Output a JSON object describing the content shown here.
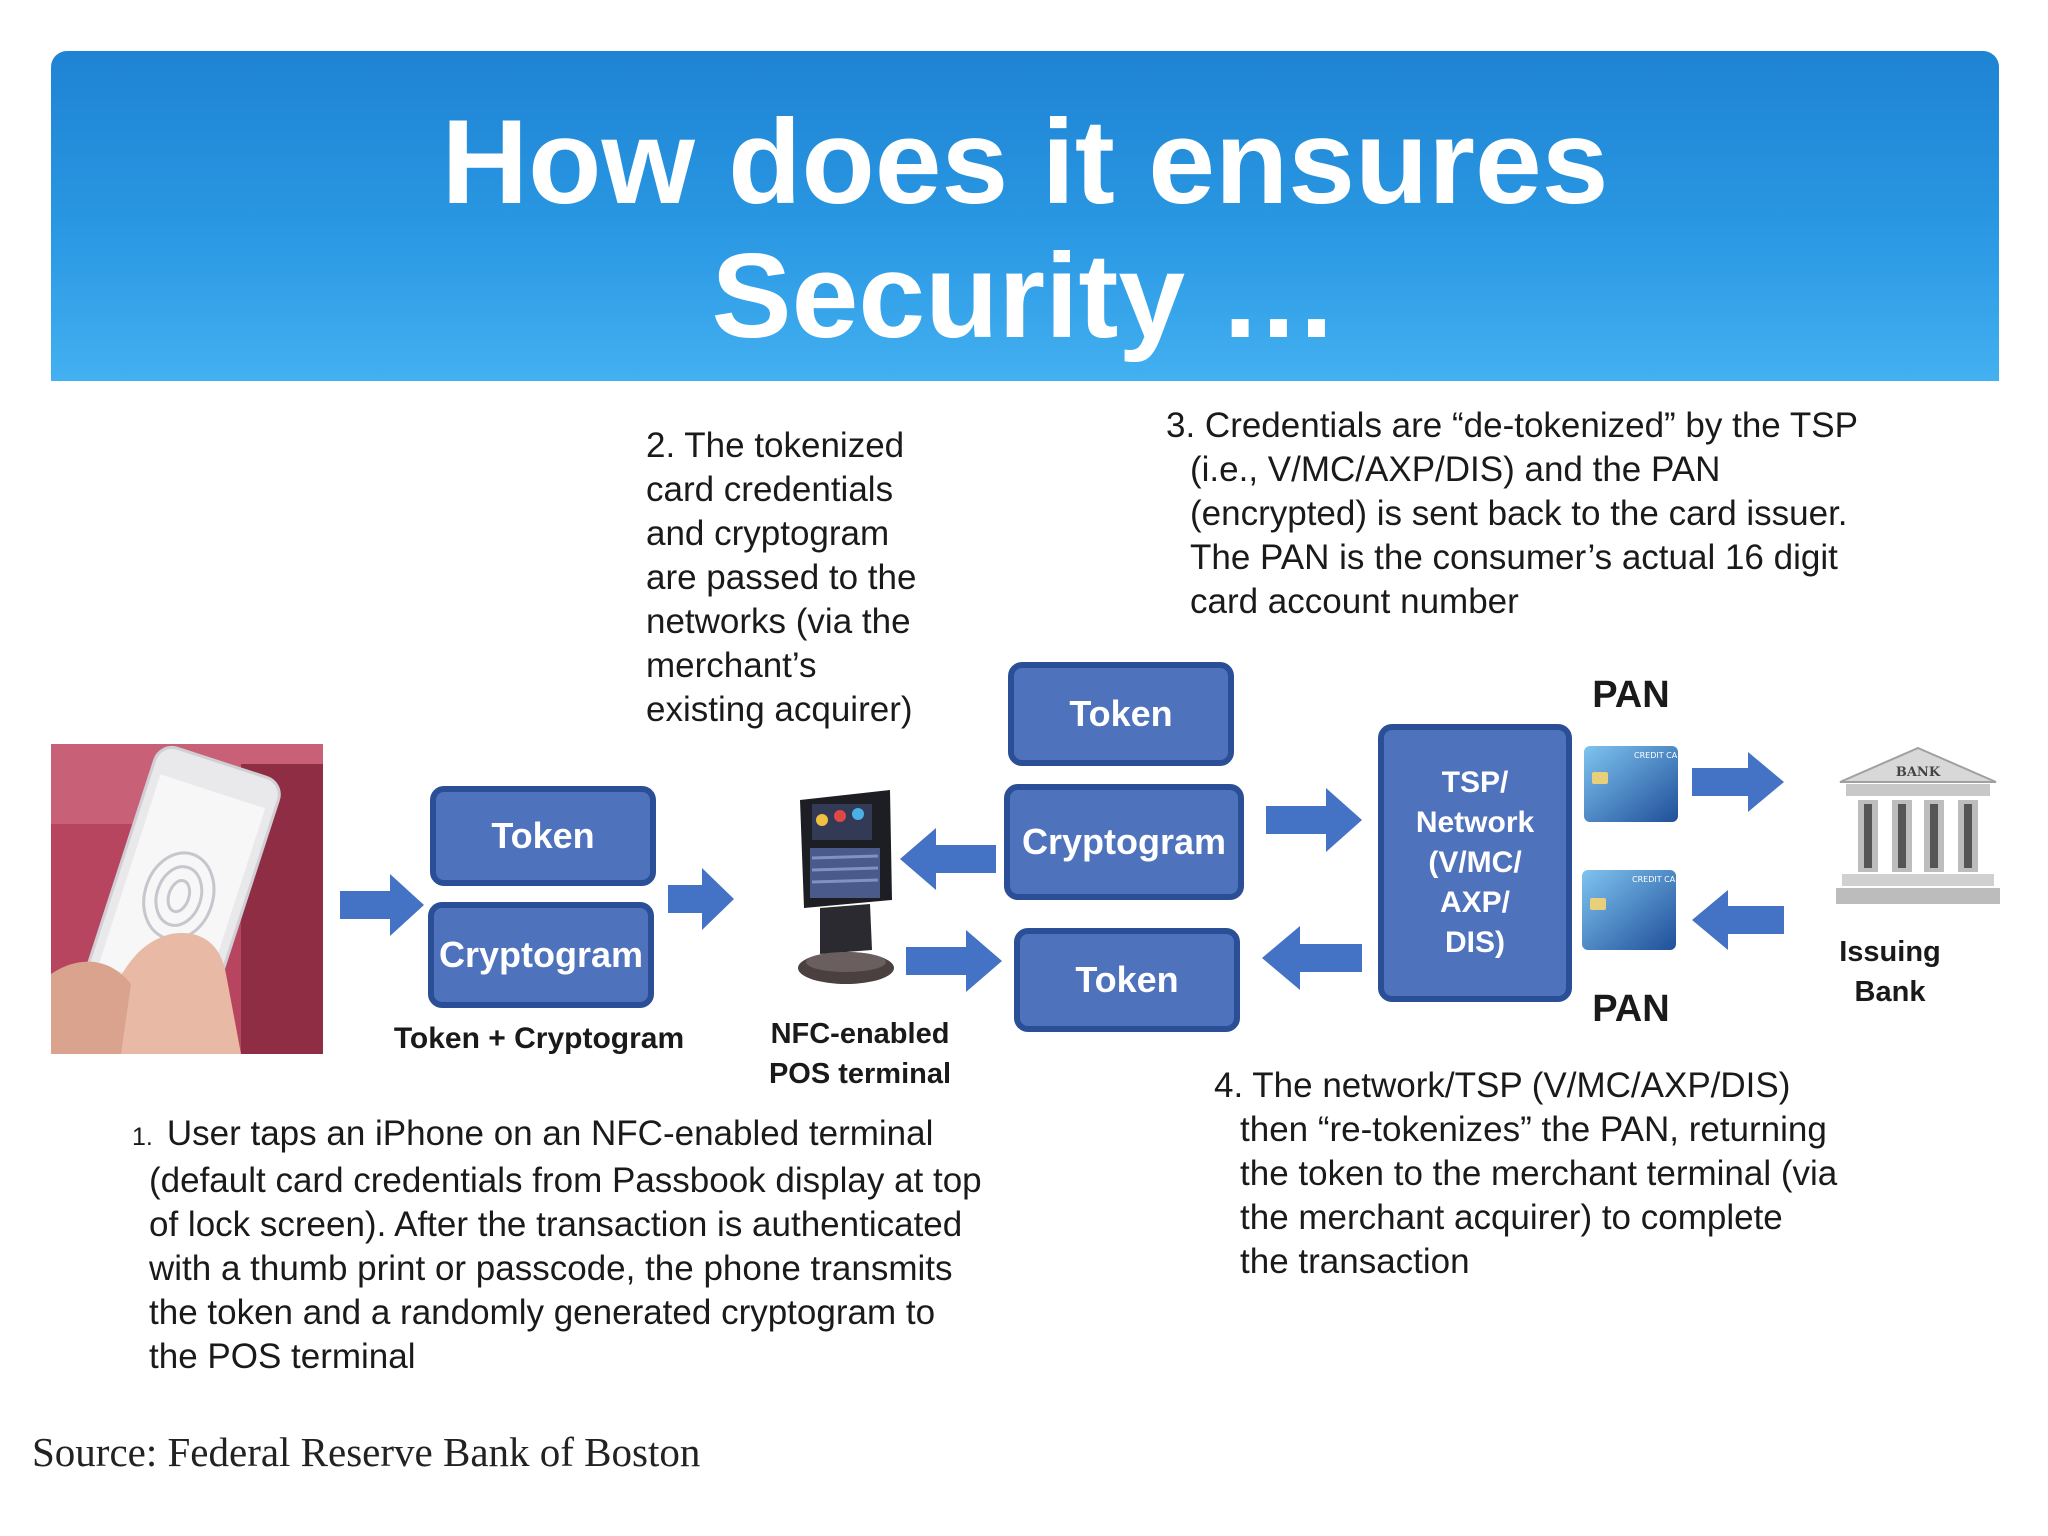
{
  "slide": {
    "title_line1": "How does it ensures",
    "title_line2": "Security …",
    "source": "Source: Federal Reserve Bank of Boston"
  },
  "diagram": {
    "step2": [
      "2.  The tokenized",
      "card credentials",
      "and cryptogram",
      "are passed to the",
      "networks (via the",
      "merchant’s",
      "existing acquirer)"
    ],
    "step3": [
      "3. Credentials are “de-tokenized” by the TSP",
      "(i.e., V/MC/AXP/DIS) and the PAN",
      "(encrypted) is sent back to the card issuer.",
      "The PAN is the consumer’s actual 16 digit",
      "card account number"
    ],
    "step1_number": "1.",
    "step1": [
      "User taps an iPhone on an NFC-enabled terminal",
      "(default card credentials from Passbook display at top",
      "of lock screen). After the transaction is authenticated",
      "with a thumb print or passcode, the phone transmits",
      "the token and a randomly generated cryptogram to",
      "the POS terminal"
    ],
    "step4": [
      "4. The network/TSP (V/MC/AXP/DIS)",
      "then “re-tokenizes” the PAN, returning",
      "the token to the merchant terminal (via",
      "the merchant acquirer) to complete",
      "the transaction"
    ],
    "box_token": "Token",
    "box_cryptogram": "Cryptogram",
    "label_token_cryptogram": "Token + Cryptogram",
    "label_pos": [
      "NFC-enabled",
      "POS terminal"
    ],
    "tsp": [
      "TSP/",
      "Network",
      "(V/MC/",
      "AXP/",
      "DIS)"
    ],
    "pan": "PAN",
    "bank_sign": "BANK",
    "card_text": "CREDIT CARD",
    "issuing_bank": [
      "Issuing",
      "Bank"
    ]
  },
  "colors": {
    "banner": "#2a98e3",
    "box_fill": "#4f72bd",
    "box_border": "#2b4f96",
    "arrow": "#4472c4"
  },
  "icons": [
    "phone-fingerprint-image",
    "pos-terminal-icon",
    "credit-card-icon",
    "bank-building-icon",
    "arrow-icon"
  ]
}
